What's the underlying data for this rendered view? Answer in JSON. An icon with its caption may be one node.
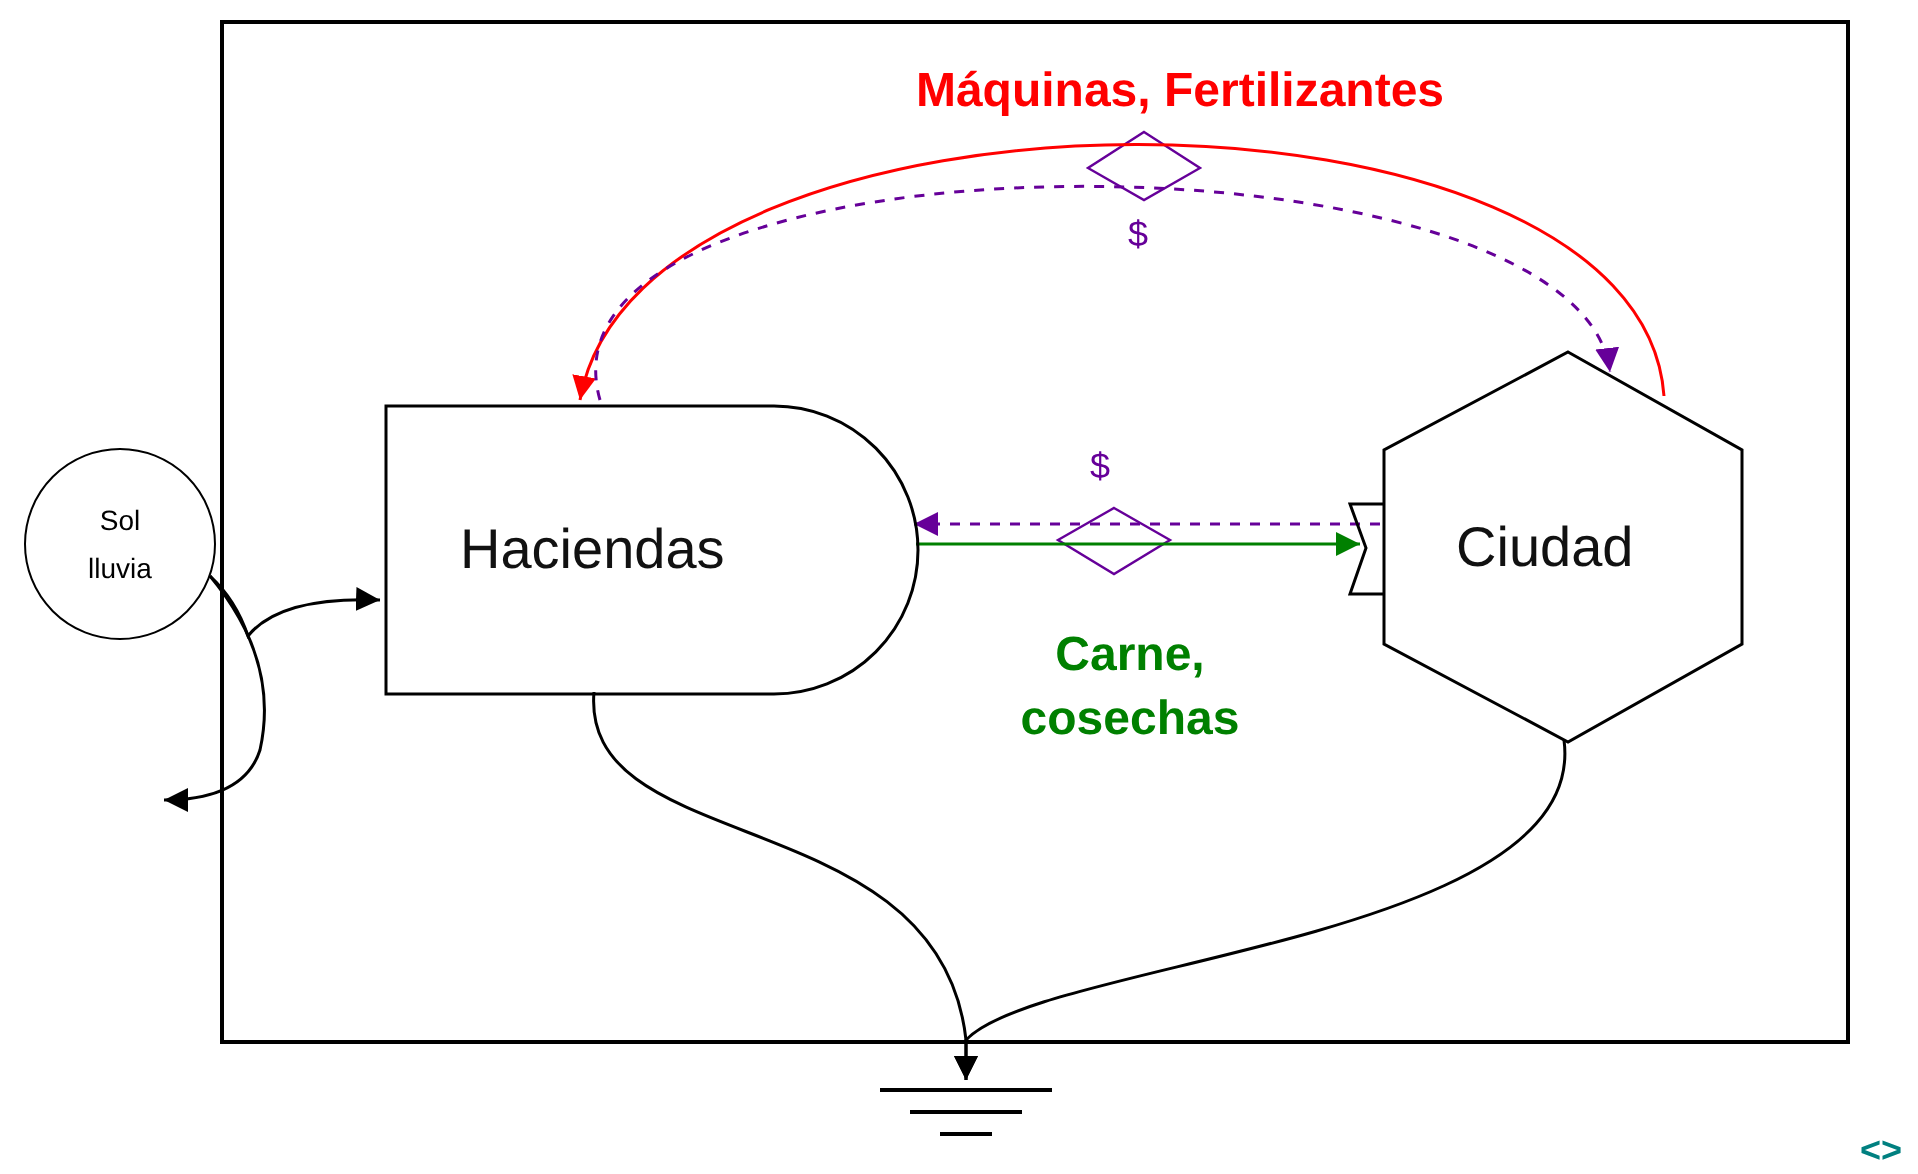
{
  "diagram": {
    "nodes": [
      {
        "text": [],
        "shape": "box"
      },
      {
        "text": [
          "Sol lluvia"
        ]
      },
      {
        "text": [
          "Haciendas"
        ],
        "in": 0
      },
      {
        "text": [
          "Ciudad"
        ],
        "in": 0
      },
      {
        "text": [],
        "shape": "sink"
      }
    ],
    "edges": [
      {
        "from": 1,
        "to": 2,
        "arrow": "to"
      },
      {
        "from": 1,
        "to": null,
        "arrow": "to"
      },
      {
        "from": 2,
        "to": 3,
        "arrow": "to",
        "label": "Carne, cosechas",
        "color": "#008000"
      },
      {
        "from": 3,
        "to": 2,
        "arrow": "to",
        "label": "Máquinas, Fertilizantes",
        "color": "#ff0000"
      },
      {
        "from": 2,
        "to": 3,
        "arrow": "to",
        "style": "dashed",
        "color": "#660099"
      },
      {
        "from": 3,
        "to": 2,
        "arrow": "to",
        "style": "dashed",
        "color": "#660099"
      },
      {
        "from": 2,
        "to": 4,
        "arrow": "to"
      },
      {
        "from": 3,
        "to": 4,
        "arrow": "to"
      }
    ],
    "labels": [
      "$",
      "$",
      "<>"
    ]
  }
}
